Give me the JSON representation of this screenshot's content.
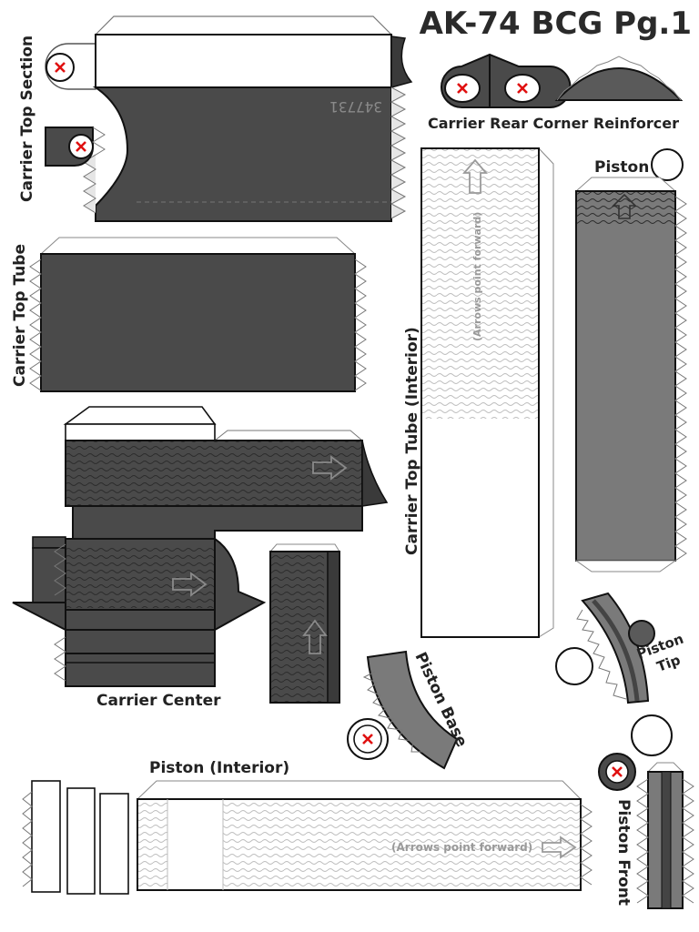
{
  "sheet": {
    "title": "AK-74 BCG Pg.1",
    "part_number_mirrored": "347731",
    "labels": {
      "carrier_top_section": "Carrier Top Section",
      "carrier_rear_corner_reinforcer": "Carrier Rear Corner Reinforcer",
      "piston": "Piston",
      "carrier_top_tube": "Carrier Top Tube",
      "carrier_top_tube_interior": "Carrier Top Tube (Interior)",
      "carrier_center": "Carrier Center",
      "piston_base": "Piston Base",
      "piston_tip_line1": "Piston",
      "piston_tip_line2": "Tip",
      "piston_interior": "Piston (Interior)",
      "piston_front": "Piston Front"
    },
    "notes": {
      "arrows_forward_tube": "(Arrows point forward)",
      "arrows_forward_piston": "(Arrows point forward)"
    },
    "colors": {
      "dark_fill": "#4a4a4a",
      "mid_fill": "#7a7a7a",
      "outline": "#111111",
      "glue_tab": "#888888",
      "hole_mark": "#e01010"
    },
    "icons": [
      "hole-mark-icon",
      "forward-arrow-icon"
    ]
  }
}
